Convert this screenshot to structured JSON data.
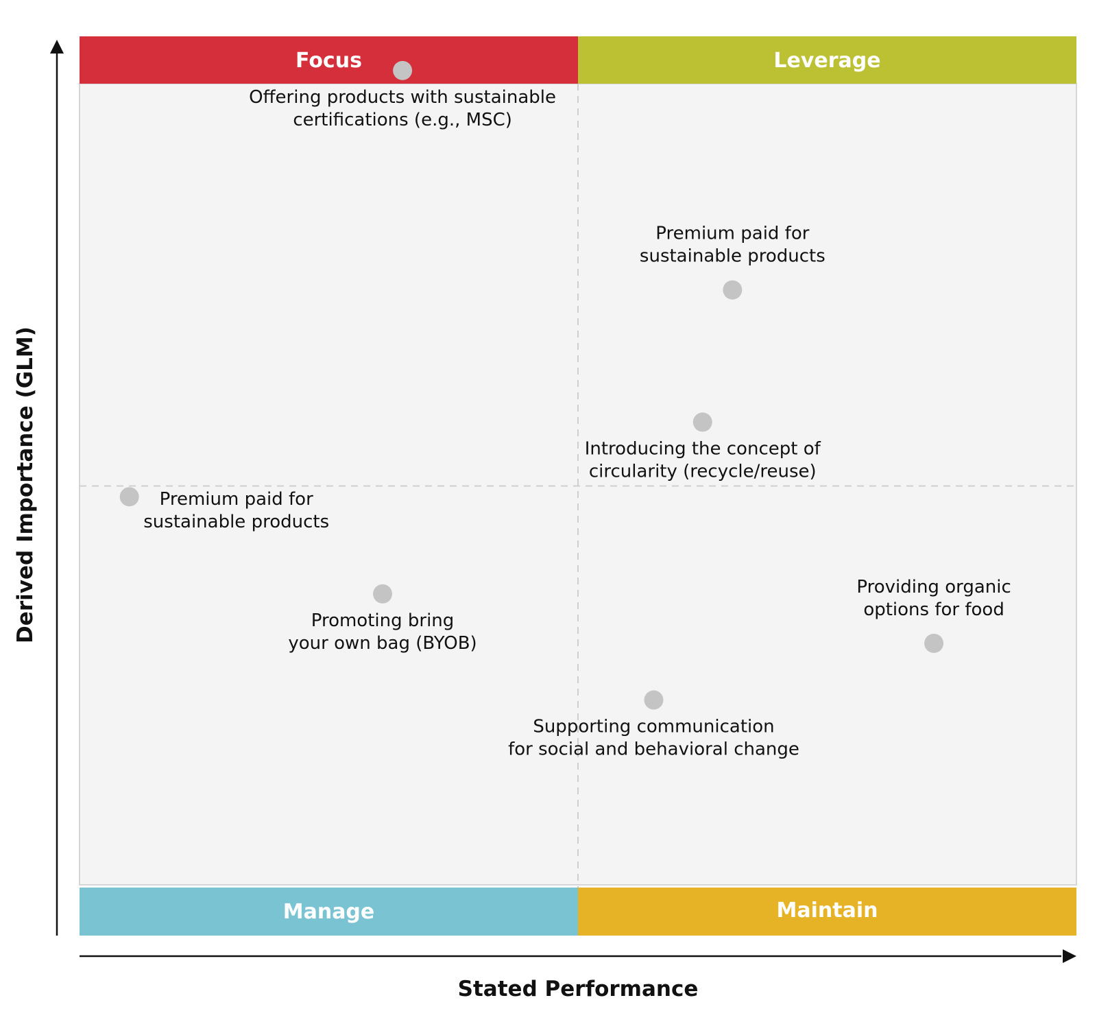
{
  "chart_data": {
    "type": "scatter",
    "xlabel": "Stated Performance",
    "ylabel": "Derived Importance (GLM)",
    "xlim": [
      0,
      100
    ],
    "ylim": [
      0,
      100
    ],
    "grid": false,
    "quadrants": {
      "top_left": {
        "label": "Focus",
        "color": "#d42f3a"
      },
      "top_right": {
        "label": "Leverage",
        "color": "#bcc033"
      },
      "bottom_left": {
        "label": "Manage",
        "color": "#79c3d3"
      },
      "bottom_right": {
        "label": "Maintain",
        "color": "#e5b325"
      }
    },
    "divider": {
      "x": 50,
      "y": 50
    },
    "point_color": "#c4c4c4",
    "points": [
      {
        "label_lines": [
          "Offering products with sustainable",
          "certifications (e.g., MSC)"
        ],
        "x": 32.4,
        "y": 96.2,
        "label_position": "below"
      },
      {
        "label_lines": [
          "Premium paid for",
          "sustainable products"
        ],
        "x": 65.5,
        "y": 71.8,
        "label_position": "above"
      },
      {
        "label_lines": [
          "Introducing the concept of",
          "circularity (recycle/reuse)"
        ],
        "x": 62.5,
        "y": 57.1,
        "label_position": "below"
      },
      {
        "label_lines": [
          "Premium paid for",
          "sustainable products"
        ],
        "x": 5.0,
        "y": 48.8,
        "label_position": "right"
      },
      {
        "label_lines": [
          "Promoting bring",
          "your own bag (BYOB)"
        ],
        "x": 30.4,
        "y": 38.0,
        "label_position": "below"
      },
      {
        "label_lines": [
          "Providing organic",
          "options for food"
        ],
        "x": 85.7,
        "y": 32.5,
        "label_position": "above"
      },
      {
        "label_lines": [
          "Supporting communication",
          "for social and behavioral change"
        ],
        "x": 57.6,
        "y": 26.2,
        "label_position": "below"
      }
    ]
  }
}
